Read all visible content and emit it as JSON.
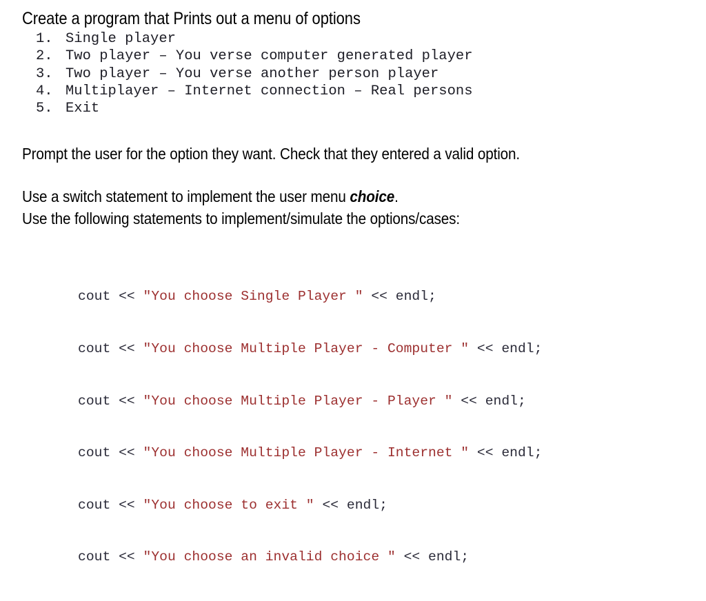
{
  "slide": {
    "background_color": "#ffffff",
    "heading": "Create a program that Prints out a menu of options",
    "menu_list": [
      {
        "number": "1.",
        "text": "Single player"
      },
      {
        "number": "2.",
        "text": "Two player – You verse computer generated player"
      },
      {
        "number": "3.",
        "text": "Two player – You verse another person player"
      },
      {
        "number": "4.",
        "text": "Multiplayer – Internet connection – Real persons"
      },
      {
        "number": "5.",
        "text": "Exit"
      }
    ],
    "paragraphs": {
      "prompt": "Prompt the user for the option they want. Check that they entered a valid option.",
      "switch_pre": "Use a switch statement to implement the user menu ",
      "switch_emph": "choice",
      "switch_post": ".",
      "follow": "Use the following statements to implement/simulate the options/cases:"
    },
    "code": {
      "code_color": "#2a2a38",
      "string_color": "#9c2f2f",
      "lines": [
        {
          "prefix": "cout << ",
          "string": "\"You choose Single Player \"",
          "suffix": " << endl;"
        },
        {
          "prefix": "cout << ",
          "string": "\"You choose Multiple Player - Computer \"",
          "suffix": " << endl;"
        },
        {
          "prefix": "cout << ",
          "string": "\"You choose Multiple Player - Player \"",
          "suffix": " << endl;"
        },
        {
          "prefix": "cout << ",
          "string": "\"You choose Multiple Player - Internet \"",
          "suffix": " << endl;"
        },
        {
          "prefix": "cout << ",
          "string": "\"You choose to exit \"",
          "suffix": " << endl;"
        },
        {
          "prefix": "cout << ",
          "string": "\"You choose an invalid choice \"",
          "suffix": " << endl;"
        }
      ]
    }
  }
}
